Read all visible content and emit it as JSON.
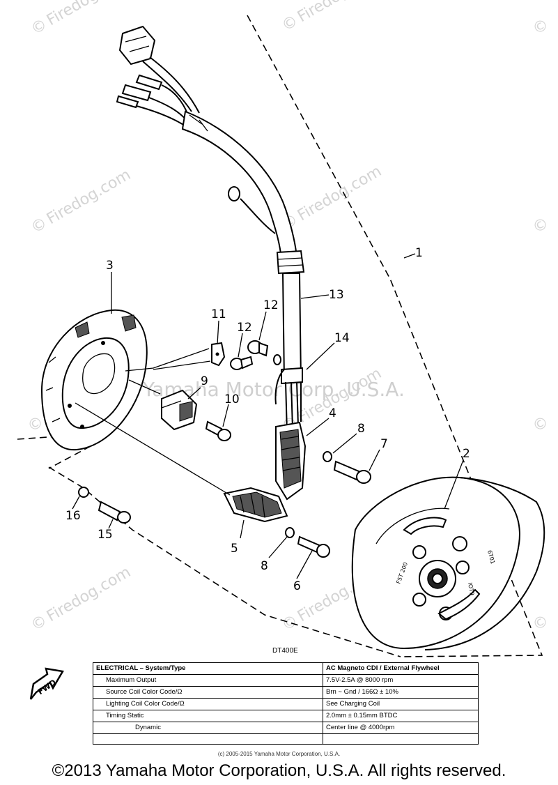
{
  "watermark": {
    "copyright_symbol": "©",
    "site": "Firedog.com"
  },
  "center_watermark": "Yamaha Motor Corp. U.S.A.",
  "callouts": {
    "c1": "1",
    "c2": "2",
    "c3": "3",
    "c4": "4",
    "c5": "5",
    "c6": "6",
    "c7": "7",
    "c8a": "8",
    "c8b": "8",
    "c9": "9",
    "c10": "10",
    "c11": "11",
    "c12a": "12",
    "c12b": "12",
    "c13": "13",
    "c14": "14",
    "c15": "15",
    "c16": "16"
  },
  "flywheel_marks": {
    "a": "F5T 200",
    "b": "6T01",
    "c": "IOT9"
  },
  "model_code": "DT400E",
  "fwd_label": "FWD",
  "spec_table": {
    "rows": [
      {
        "label": "ELECTRICAL – System/Type",
        "value": "AC Magneto CDI / External Flywheel"
      },
      {
        "label": "Maximum Output",
        "value": "7.5V-2.5A @ 8000 rpm"
      },
      {
        "label": "Source Coil Color Code/Ω",
        "value": "Brn ~ Gnd / 166Ω ± 10%"
      },
      {
        "label": "Lighting Coil Color Code/Ω",
        "value": "See Charging Coil"
      },
      {
        "label": "Timing  Static",
        "value": "2.0mm ± 0.15mm BTDC"
      },
      {
        "label": "Dynamic",
        "value": "Center line @ 4000rpm"
      },
      {
        "label": "",
        "value": ""
      }
    ]
  },
  "small_copyright": "(c) 2005-2015 Yamaha Motor Corporation, U.S.A.",
  "footer": "©2013 Yamaha Motor Corporation, U.S.A. All rights reserved."
}
